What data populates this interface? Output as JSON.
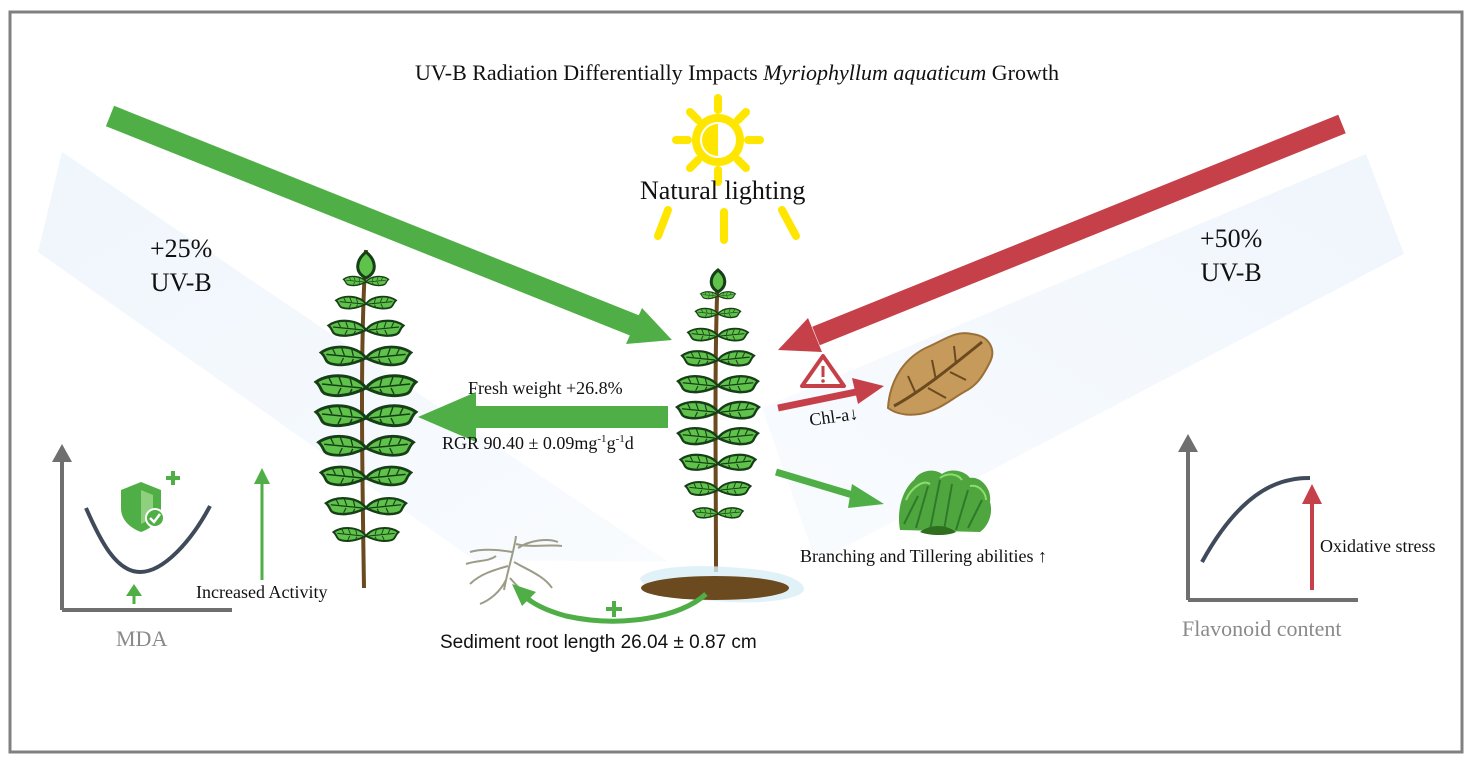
{
  "title": {
    "prefix": "UV-B Radiation Differentially Impacts ",
    "species": "Myriophyllum aquaticum",
    "suffix": " Growth"
  },
  "center": {
    "lighting_label": "Natural lighting"
  },
  "left": {
    "treatment_pct": "+25%",
    "treatment_name": "UV-B",
    "fresh_weight": "Fresh weight +26.8%",
    "rgr_prefix": "RGR 90.40 ± 0.09mg",
    "rgr_sup1": "-1",
    "rgr_mid": "g",
    "rgr_sup2": "-1",
    "rgr_suffix": "d",
    "activity_label": "Increased Activity",
    "mda_label": "MDA",
    "root_label": "Sediment root length 26.04 ± 0.87 cm"
  },
  "right": {
    "treatment_pct": "+50%",
    "treatment_name": "UV-B",
    "chl_label": "Chl-a↓",
    "branching_label": "Branching and Tillering abilities ↑",
    "oxidative_label": "Oxidative stress",
    "flavonoid_label": "Flavonoid content"
  },
  "colors": {
    "green_arrow": "#4fae45",
    "red_arrow": "#c6404a",
    "sun": "#ffe600",
    "beam": "#eef5fc",
    "frame": "#808080",
    "axis": "#6f6f6f",
    "curve": "#3f4b5a",
    "fern_dark": "#1f6b1f",
    "fern_light": "#5fc24a",
    "leaf_brown": "#c69a5a",
    "soil": "#6b4a1f"
  },
  "icons": [
    "sun-icon",
    "fern-icon",
    "warning-icon",
    "dry-leaf-icon",
    "shrub-icon",
    "shield-check-icon",
    "root-icon",
    "plus-icon"
  ]
}
